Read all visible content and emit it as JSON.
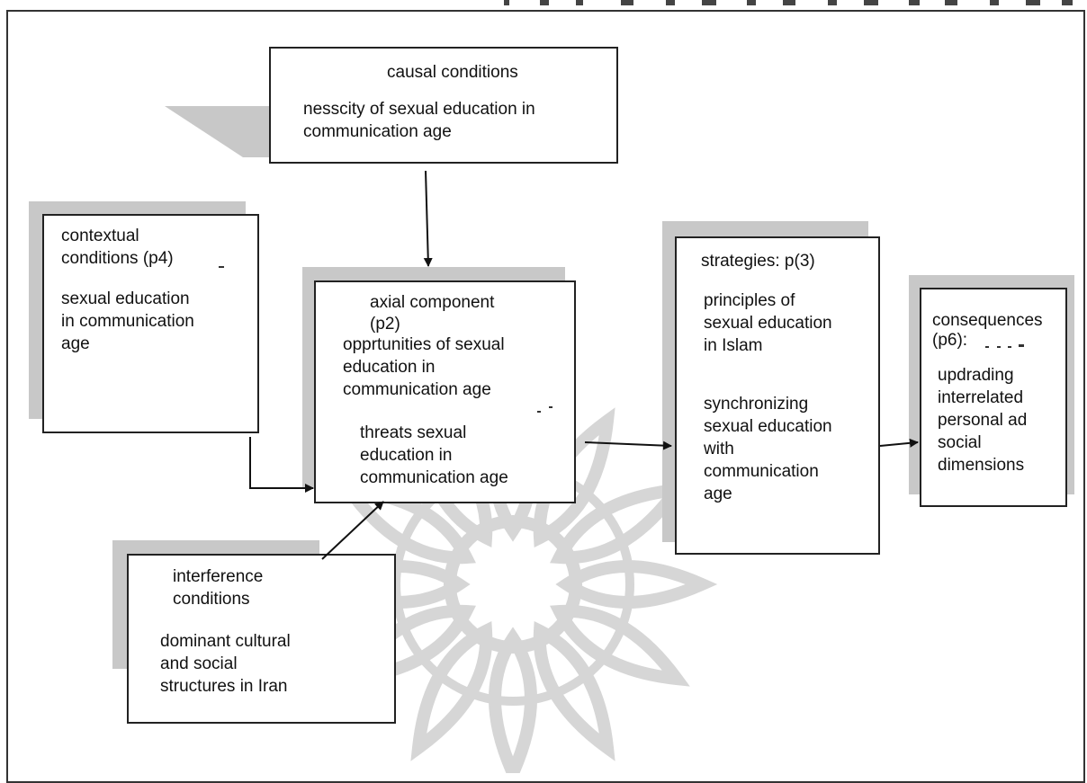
{
  "diagram": {
    "causal": {
      "title": "causal conditions",
      "desc": [
        "nesscity of sexual education in",
        "communication age"
      ]
    },
    "contextual": {
      "title": [
        "contextual",
        "conditions (p4)"
      ],
      "desc": [
        "sexual education",
        "in communication",
        "age"
      ]
    },
    "axial": {
      "title": [
        "axial component",
        "(p2)"
      ],
      "opportunities": [
        "opprtunities of sexual",
        "education in",
        "communication age"
      ],
      "threats": [
        "threats  sexual",
        "education in",
        "communication age"
      ]
    },
    "interference": {
      "title": [
        "interference",
        "conditions"
      ],
      "desc": [
        "dominant cultural",
        "and social",
        "structures in Iran"
      ]
    },
    "strategies": {
      "title": "strategies: p(3)",
      "principles": [
        "principles of",
        "sexual education",
        "in Islam"
      ],
      "synchronizing": [
        "synchronizing",
        "sexual education",
        "with",
        "communication",
        "age"
      ]
    },
    "consequences": {
      "title": [
        "consequences",
        "(p6):"
      ],
      "desc": [
        "updrading",
        "interrelated",
        "personal ad",
        "social",
        "dimensions"
      ]
    }
  },
  "colors": {
    "shadow": "#c8c8c8",
    "border": "#222222",
    "watermark": "#d6d6d6"
  }
}
